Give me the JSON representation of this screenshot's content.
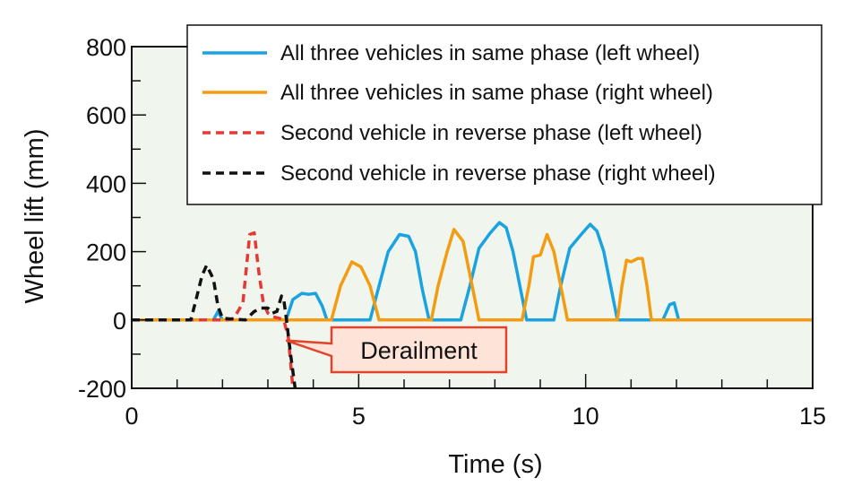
{
  "chart_data": {
    "type": "line",
    "title": "",
    "xlabel": "Time (s)",
    "ylabel": "Wheel lift (mm)",
    "xlim": [
      0,
      15
    ],
    "ylim": [
      -200,
      800
    ],
    "xticks": [
      0,
      5,
      10,
      15
    ],
    "xtick_labels": [
      "0",
      "5",
      "10",
      "15"
    ],
    "yticks": [
      -200,
      0,
      200,
      400,
      600,
      800
    ],
    "ytick_labels": [
      "-200",
      "0",
      "200",
      "400",
      "600",
      "800"
    ],
    "grid": false,
    "legend_position": "top-right",
    "colors": {
      "plot_background": "#f0f6ee",
      "annotation_fill": "#fde3d8",
      "annotation_border": "#e0442c"
    },
    "annotation": {
      "text": "Derailment",
      "x": 3.4,
      "y": -60
    },
    "series": [
      {
        "name": "All three vehicles in same phase (left wheel)",
        "color": "#1aa3e0",
        "dashed": false,
        "points": [
          [
            0,
            0
          ],
          [
            1.8,
            0
          ],
          [
            1.9,
            25
          ],
          [
            2.0,
            0
          ],
          [
            3.4,
            0
          ],
          [
            3.55,
            60
          ],
          [
            3.75,
            78
          ],
          [
            3.9,
            75
          ],
          [
            4.05,
            78
          ],
          [
            4.2,
            40
          ],
          [
            4.3,
            0
          ],
          [
            5.25,
            0
          ],
          [
            5.45,
            100
          ],
          [
            5.65,
            200
          ],
          [
            5.9,
            250
          ],
          [
            6.1,
            245
          ],
          [
            6.25,
            200
          ],
          [
            6.4,
            90
          ],
          [
            6.55,
            0
          ],
          [
            7.25,
            0
          ],
          [
            7.45,
            100
          ],
          [
            7.65,
            210
          ],
          [
            7.9,
            255
          ],
          [
            8.1,
            285
          ],
          [
            8.25,
            270
          ],
          [
            8.4,
            200
          ],
          [
            8.55,
            100
          ],
          [
            8.7,
            0
          ],
          [
            9.3,
            0
          ],
          [
            9.45,
            100
          ],
          [
            9.65,
            210
          ],
          [
            9.9,
            250
          ],
          [
            10.1,
            280
          ],
          [
            10.25,
            260
          ],
          [
            10.4,
            200
          ],
          [
            10.55,
            100
          ],
          [
            10.7,
            0
          ],
          [
            11.7,
            0
          ],
          [
            11.85,
            45
          ],
          [
            11.95,
            50
          ],
          [
            12.05,
            0
          ],
          [
            15,
            0
          ]
        ]
      },
      {
        "name": "All three vehicles in same phase (right wheel)",
        "color": "#f39c12",
        "dashed": false,
        "points": [
          [
            0,
            0
          ],
          [
            4.4,
            0
          ],
          [
            4.6,
            100
          ],
          [
            4.85,
            170
          ],
          [
            5.05,
            155
          ],
          [
            5.25,
            100
          ],
          [
            5.45,
            0
          ],
          [
            6.6,
            0
          ],
          [
            6.75,
            100
          ],
          [
            6.95,
            200
          ],
          [
            7.1,
            265
          ],
          [
            7.3,
            230
          ],
          [
            7.5,
            100
          ],
          [
            7.65,
            0
          ],
          [
            8.6,
            0
          ],
          [
            8.75,
            100
          ],
          [
            8.85,
            185
          ],
          [
            9.0,
            190
          ],
          [
            9.15,
            250
          ],
          [
            9.3,
            200
          ],
          [
            9.45,
            100
          ],
          [
            9.6,
            0
          ],
          [
            10.7,
            0
          ],
          [
            10.8,
            100
          ],
          [
            10.9,
            175
          ],
          [
            11.0,
            170
          ],
          [
            11.15,
            180
          ],
          [
            11.25,
            180
          ],
          [
            11.35,
            100
          ],
          [
            11.45,
            0
          ],
          [
            15,
            0
          ]
        ]
      },
      {
        "name": "Second vehicle in reverse phase (left wheel)",
        "color": "#e53935",
        "dashed": true,
        "points": [
          [
            0,
            0
          ],
          [
            2.1,
            0
          ],
          [
            2.25,
            5
          ],
          [
            2.45,
            50
          ],
          [
            2.6,
            250
          ],
          [
            2.7,
            255
          ],
          [
            2.8,
            140
          ],
          [
            2.9,
            50
          ],
          [
            3.0,
            20
          ],
          [
            3.1,
            10
          ],
          [
            3.25,
            5
          ],
          [
            3.35,
            0
          ],
          [
            3.45,
            -50
          ],
          [
            3.55,
            -200
          ]
        ]
      },
      {
        "name": "Second vehicle in reverse phase (right wheel)",
        "color": "#111111",
        "dashed": true,
        "points": [
          [
            0,
            0
          ],
          [
            1.3,
            0
          ],
          [
            1.4,
            50
          ],
          [
            1.55,
            130
          ],
          [
            1.65,
            160
          ],
          [
            1.8,
            120
          ],
          [
            1.9,
            40
          ],
          [
            2.0,
            5
          ],
          [
            2.5,
            0
          ],
          [
            2.7,
            25
          ],
          [
            2.85,
            35
          ],
          [
            3.0,
            35
          ],
          [
            3.1,
            20
          ],
          [
            3.2,
            25
          ],
          [
            3.3,
            70
          ],
          [
            3.35,
            60
          ],
          [
            3.4,
            10
          ],
          [
            3.5,
            -100
          ],
          [
            3.6,
            -200
          ]
        ]
      }
    ]
  }
}
